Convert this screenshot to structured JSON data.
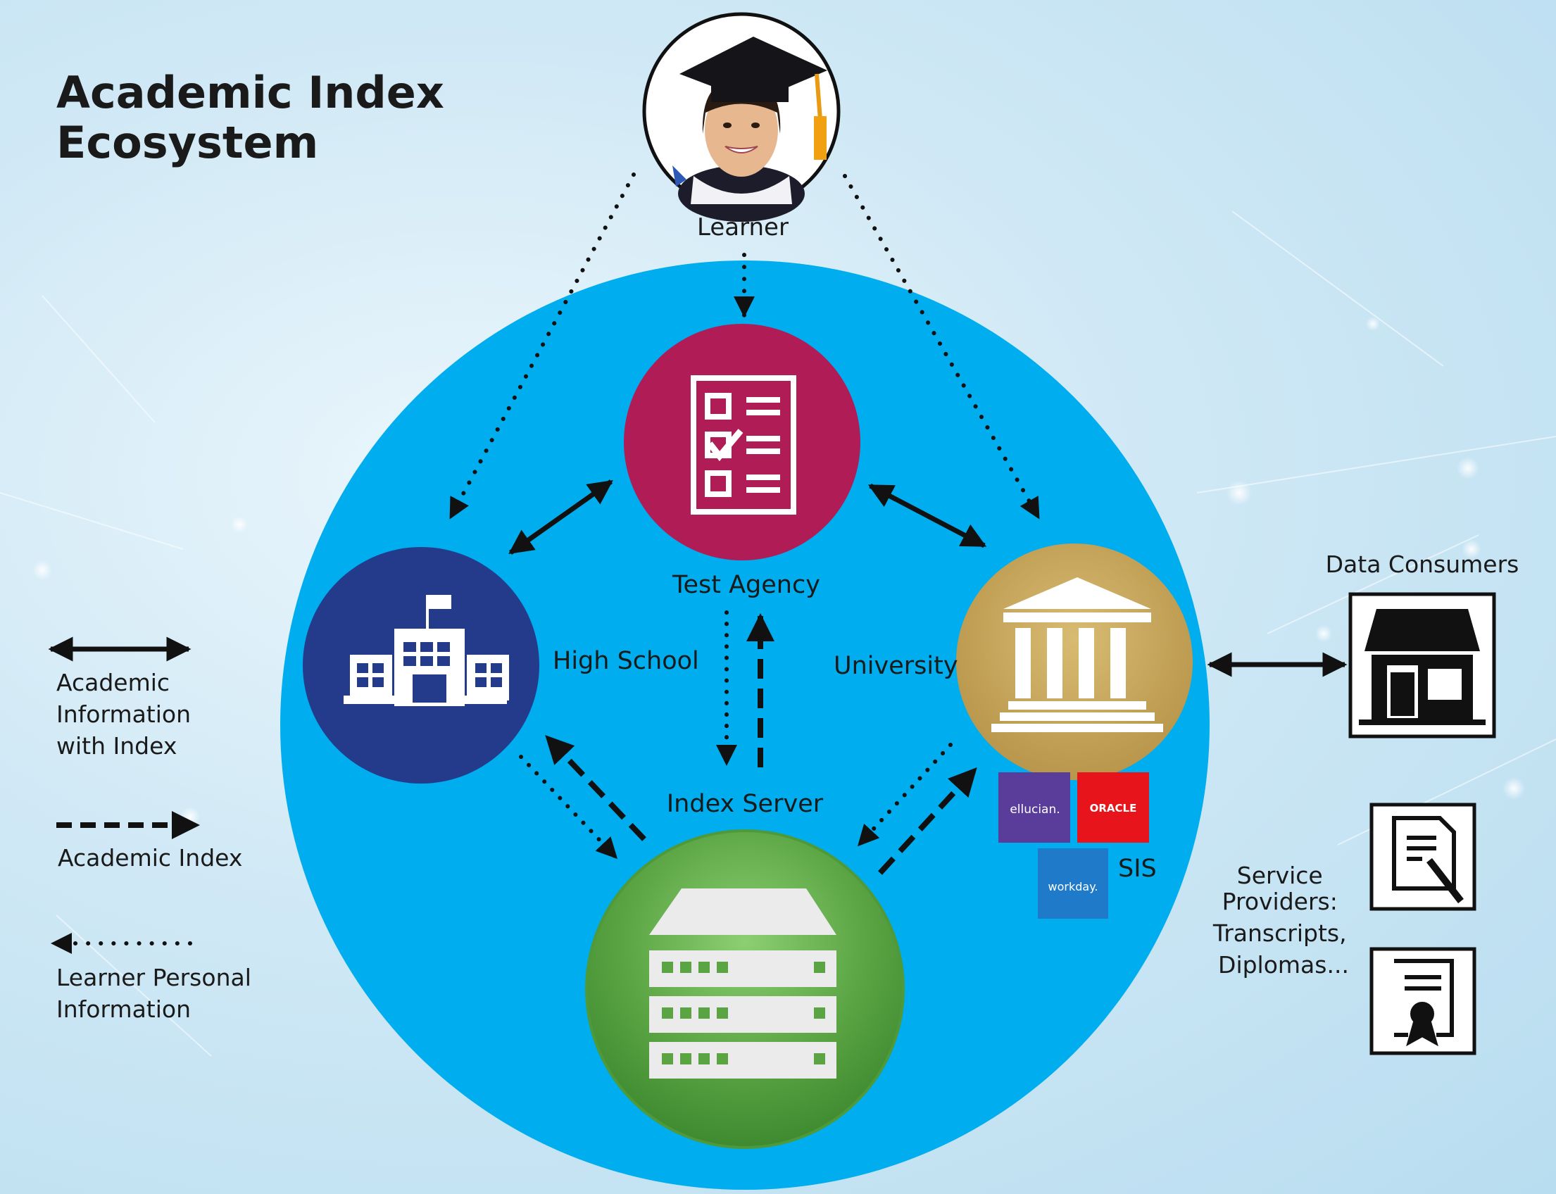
{
  "title": {
    "line1": "Academic Index",
    "line2": "Ecosystem"
  },
  "nodes": {
    "learner": "Learner",
    "test_agency": "Test Agency",
    "high_school": "High School",
    "university": "University",
    "index_server": "Index Server",
    "data_consumers": "Data Consumers",
    "sis": "SIS",
    "service_providers": [
      "Service",
      "Providers:",
      "Transcripts,",
      "Diplomas..."
    ]
  },
  "sis_logos": {
    "ellucian": "ellucian.",
    "oracle": "ORACLE",
    "workday": "workday."
  },
  "legend": {
    "academic_info": [
      "Academic",
      "Information",
      "with Index"
    ],
    "academic_index": "Academic Index",
    "learner_personal": [
      "Learner Personal",
      "Information"
    ]
  },
  "colors": {
    "main_circle": "#00adee",
    "test_agency": "#b01c55",
    "high_school": "#243b8c",
    "university": "#c6a55b",
    "index_server": "#5aa443",
    "ellucian": "#5a3d9a",
    "oracle": "#e8141b",
    "workday": "#1f7bc9"
  },
  "icons": {
    "learner": "graduate-photo",
    "test_agency": "checklist-icon",
    "high_school": "school-building-icon",
    "university": "classical-building-icon",
    "index_server": "server-rack-icon",
    "data_consumers": "storefront-icon",
    "transcript": "document-pen-icon",
    "diploma": "certificate-ribbon-icon"
  }
}
